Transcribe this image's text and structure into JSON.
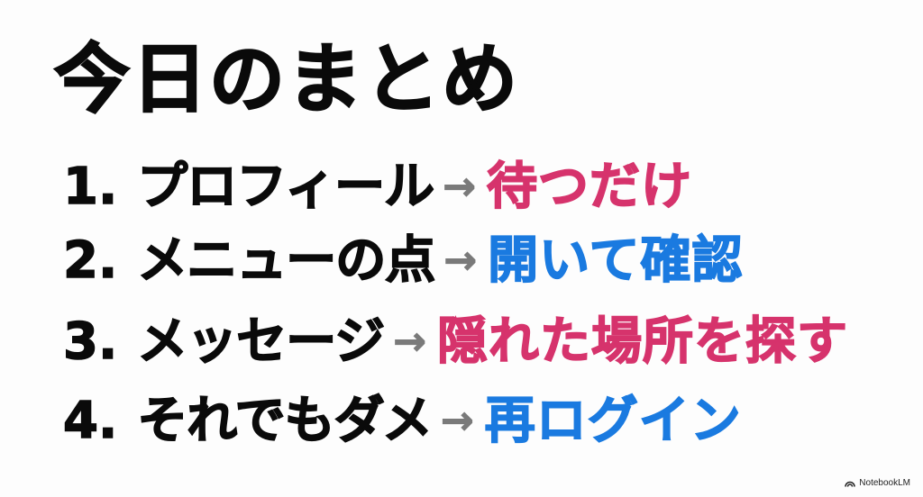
{
  "slide": {
    "title": "今日のまとめ",
    "arrow_glyph": "→",
    "colors": {
      "text": "#0a0a0a",
      "arrow": "#7a7a7a",
      "pink": "#d6336c",
      "blue": "#1a7ae0",
      "background": "#fdfdfd"
    },
    "items": [
      {
        "number": "1.",
        "term": "プロフィール",
        "action": "待つだけ",
        "action_color": "pink"
      },
      {
        "number": "2.",
        "term": "メニューの点",
        "action": "開いて確認",
        "action_color": "blue"
      },
      {
        "number": "3.",
        "term": "メッセージ",
        "action": "隠れた場所を探す",
        "action_color": "pink"
      },
      {
        "number": "4.",
        "term": "それでもダメ",
        "action": "再ログイン",
        "action_color": "blue"
      }
    ]
  },
  "watermark": {
    "icon": "notebooklm-logo-icon",
    "label": "NotebookLM"
  }
}
